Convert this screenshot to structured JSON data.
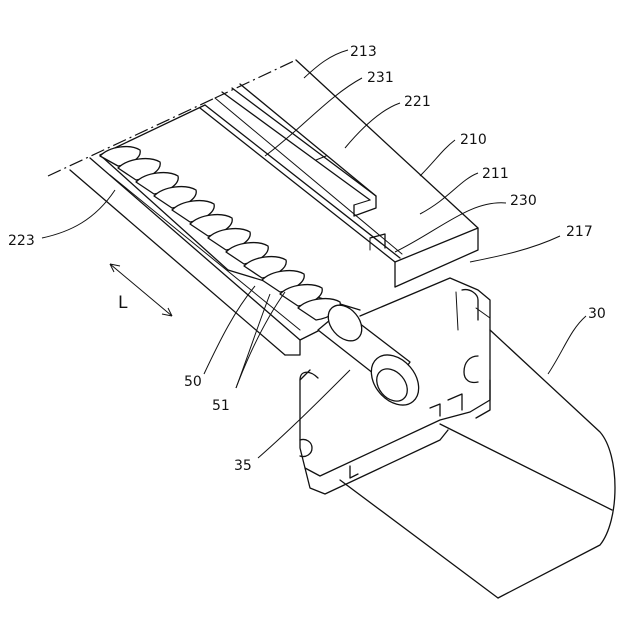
{
  "labels": {
    "l213": "213",
    "l231": "231",
    "l221": "221",
    "l210": "210",
    "l211": "211",
    "l230": "230",
    "l217": "217",
    "l30": "30",
    "l223": "223",
    "lL": "L",
    "l50": "50",
    "l51": "51",
    "l35": "35"
  }
}
